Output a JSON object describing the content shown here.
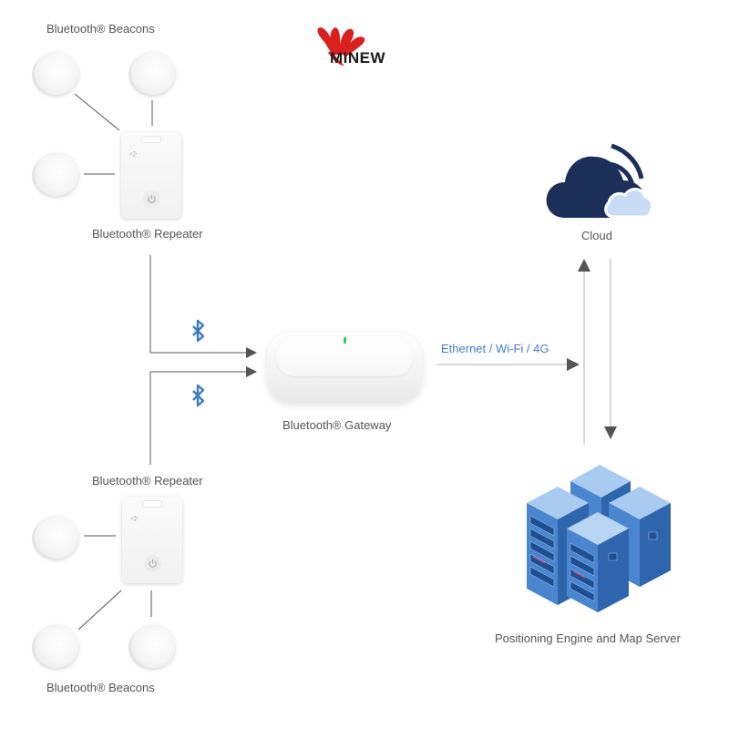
{
  "diagram": {
    "brand": {
      "name": "MINEW",
      "color": "#d9201f"
    },
    "nodes": {
      "beacons_top_label": "Bluetooth® Beacons",
      "repeater_top_label": "Bluetooth® Repeater",
      "gateway_label": "Bluetooth® Gateway",
      "repeater_bottom_label": "Bluetooth® Repeater",
      "beacons_bottom_label": "Bluetooth® Beacons",
      "cloud_label": "Cloud",
      "server_label": "Positioning Engine and Map Server"
    },
    "connections": {
      "gateway_to_cloud_label": "Ethernet / Wi-Fi / 4G",
      "repeater_link_icon": "bluetooth-icon"
    },
    "colors": {
      "cloud_dark": "#1b2f59",
      "cloud_light": "#c9dcf5",
      "server_blue": "#4a86cf",
      "link_text": "#3f7cc4",
      "bluetooth": "#3f7cc4",
      "led": "#2ecc55"
    }
  }
}
